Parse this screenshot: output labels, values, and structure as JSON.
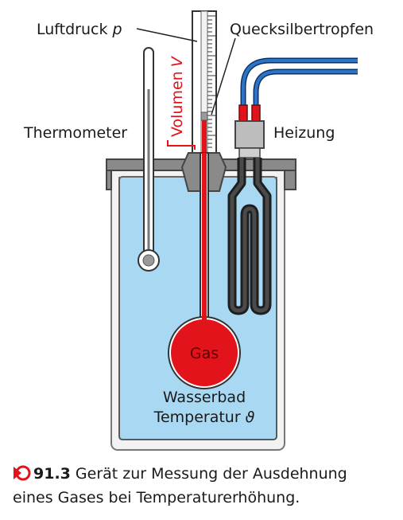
{
  "labels": {
    "luftdruck": "Luftdruck",
    "luftdruck_symbol": "p",
    "quecksilber": "Quecksilbertropfen",
    "volumen": "Volumen",
    "volumen_symbol": "V",
    "thermometer": "Thermometer",
    "heizung": "Heizung",
    "gas": "Gas",
    "wasserbad": "Wasserbad",
    "temperatur": "Temperatur",
    "temperatur_symbol": "ϑ"
  },
  "caption": {
    "icon": "arrow-circle-icon",
    "number": "91.3",
    "line1": " Gerät zur Messung der Ausdehnung",
    "line2": "eines Gases bei Temperaturerhöhung."
  },
  "colors": {
    "water": "#a8d8f2",
    "gas_red": "#e3131b",
    "wire_blue": "#1c5aa6",
    "vessel_gray": "#8a8a8a",
    "coil_dark": "#2b2b2b"
  }
}
